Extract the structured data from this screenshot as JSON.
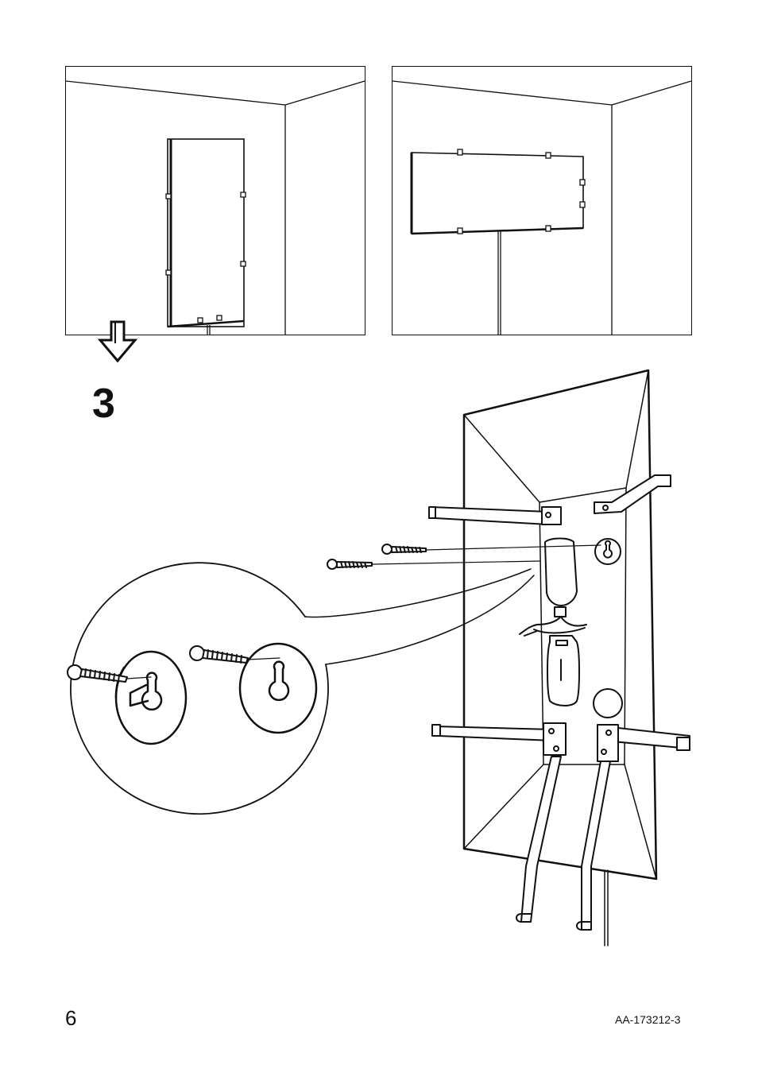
{
  "step": {
    "number": "3"
  },
  "footer": {
    "page_number": "6",
    "document_code": "AA-173212-3"
  },
  "colors": {
    "line": "#111111",
    "background": "#ffffff"
  },
  "icons": [
    "down-arrow-icon",
    "screw-icon",
    "keyhole-icon",
    "hook-icon",
    "rail-icon",
    "bottle-icon"
  ]
}
